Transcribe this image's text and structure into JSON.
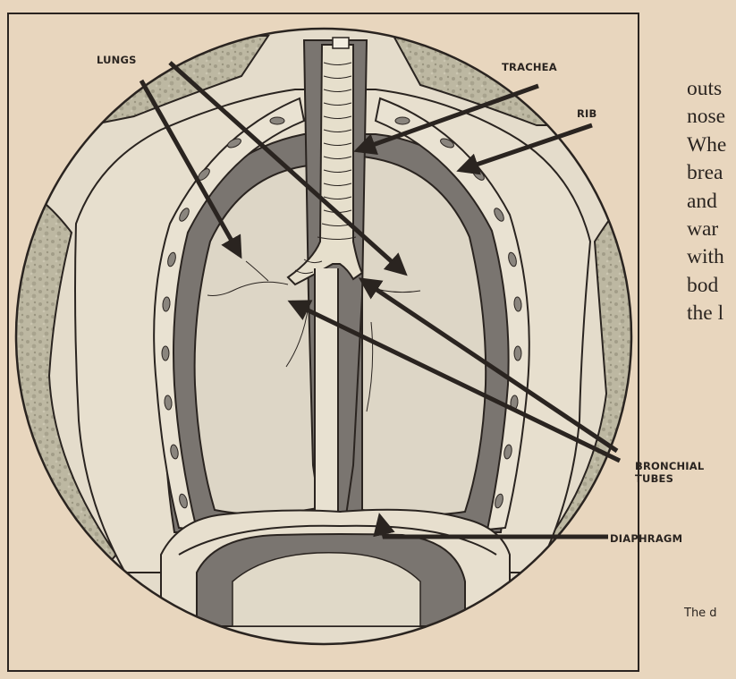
{
  "labels": {
    "lungs": "LUNGS",
    "trachea": "TRACHEA",
    "rib": "RIB",
    "bronchial_1": "BRONCHIAL",
    "bronchial_2": "TUBES",
    "diaphragm": "DIAPHRAGM"
  },
  "body_text": [
    "outs",
    "nose",
    "Whe",
    "brea",
    "and",
    "war",
    "with",
    "bod",
    "the l"
  ],
  "caption": "The d",
  "colors": {
    "paper": "#e8d6be",
    "ink": "#2a2420",
    "lung": "#ddd6c6",
    "dark": "#6e6a66",
    "mid": "#8f8a84",
    "skin": "#e4dccb",
    "bone": "#e9e2d2",
    "mottled": "#b7b29d"
  }
}
